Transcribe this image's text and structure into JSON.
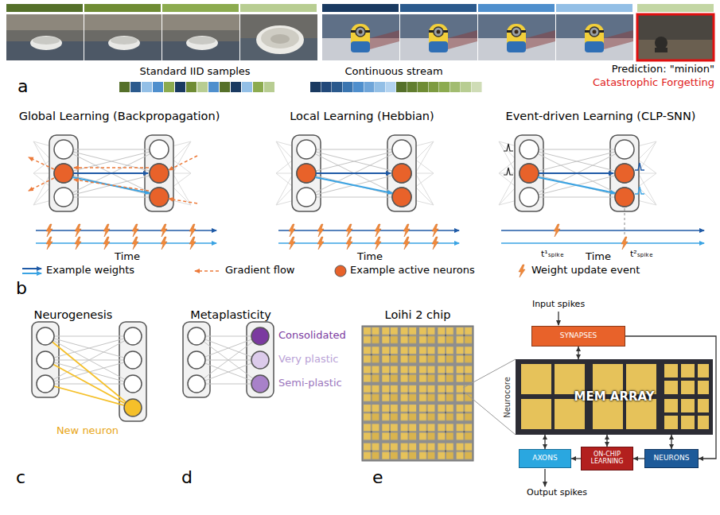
{
  "diagram": {
    "nodes": [
      {
        "text": [
          "SYNAPSES"
        ]
      },
      {
        "text": [
          "MEM ARRAY"
        ]
      },
      {
        "text": [
          "AXONS"
        ]
      },
      {
        "text": [
          "ON-CHIP LEARNING"
        ]
      },
      {
        "text": [
          "NEURONS"
        ]
      }
    ],
    "edges": [
      {
        "from": 0,
        "to": 1,
        "arrow": "both"
      },
      {
        "from": 1,
        "to": 2,
        "arrow": "both"
      },
      {
        "from": 1,
        "to": 3,
        "arrow": "both"
      },
      {
        "from": 1,
        "to": 4,
        "arrow": "both"
      },
      {
        "from": 4,
        "to": 3,
        "arrow": "to"
      },
      {
        "from": 3,
        "to": 2,
        "arrow": "to"
      },
      {
        "from": 0,
        "to": 4,
        "arrow": "to"
      }
    ],
    "labels": [
      "a",
      "Standard IID samples",
      "Continuous stream",
      "Prediction: \"minion\"",
      "Catastrophic Forgetting",
      "Global Learning (Backpropagation)",
      "Local Learning (Hebbian)",
      "Event-driven Learning (CLP-SNN)",
      "Time",
      "Time",
      "Time",
      "t¹ₛₚᵢₖₑ",
      "t²ₛₚᵢₖₑ",
      "b",
      "Neurogenesis",
      "New neuron",
      "c",
      "Metaplasticity",
      "Consolidated",
      "Very plastic",
      "Semi-plastic",
      "d",
      "Loihi 2 chip",
      "Input spikes",
      "Neurocore",
      "Output spikes",
      "e"
    ],
    "legend": [
      {
        "text": "Example weights"
      },
      {
        "text": "Gradient flow"
      },
      {
        "text": "Example active neurons"
      },
      {
        "text": "Weight update event"
      }
    ]
  }
}
